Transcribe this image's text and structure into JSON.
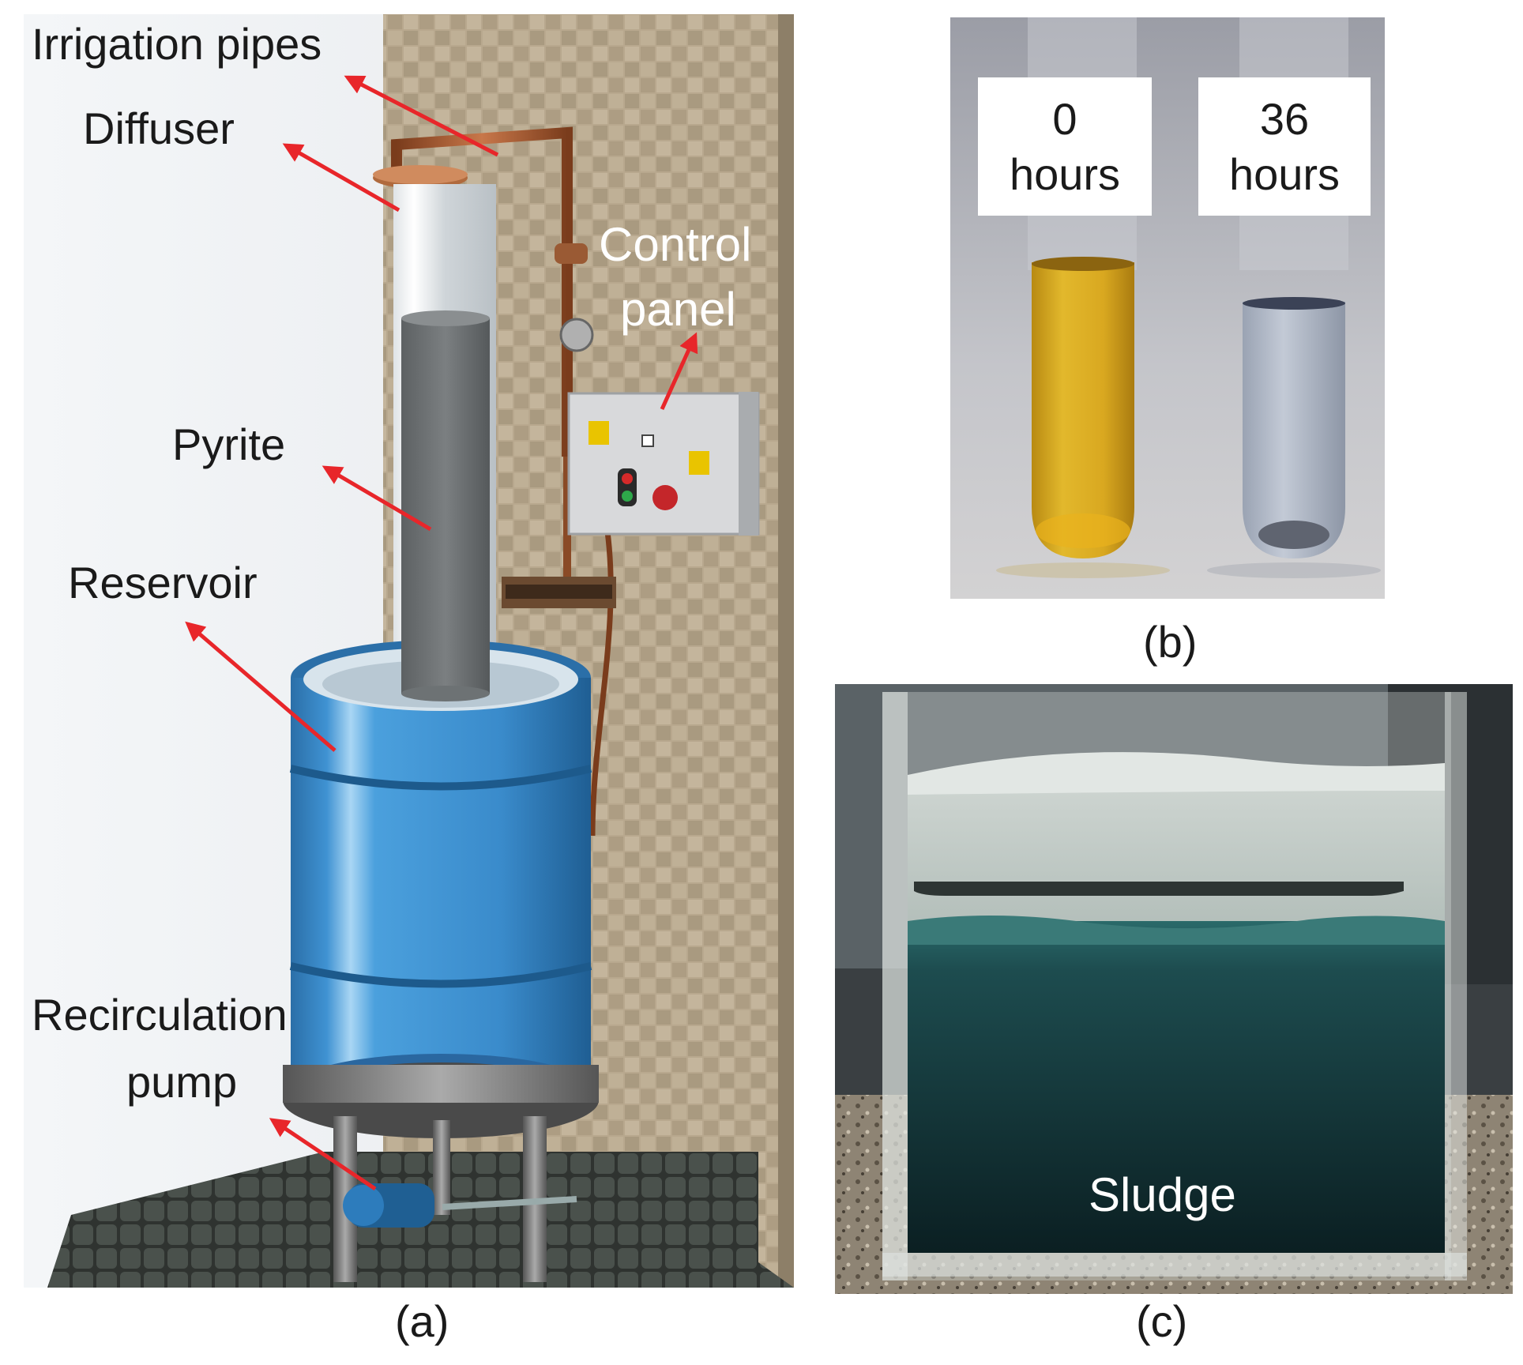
{
  "panel_a": {
    "caption": "(a)",
    "labels": {
      "irrigation_pipes": "Irrigation pipes",
      "diffuser": "Diffuser",
      "control_panel_line1": "Control",
      "control_panel_line2": "panel",
      "pyrite": "Pyrite",
      "reservoir": "Reservoir",
      "pump_line1": "Recirculation",
      "pump_line2": "pump"
    }
  },
  "panel_b": {
    "caption": "(b)",
    "tubes": [
      {
        "line1": "0",
        "line2": "hours"
      },
      {
        "line1": "36",
        "line2": "hours"
      }
    ]
  },
  "panel_c": {
    "caption": "(c)",
    "label": "Sludge"
  },
  "colors": {
    "arrow": "#e8262a",
    "barrel": "#3f92d2",
    "yellow_solution": "#d9a820",
    "sludge": "#0f2a2c"
  }
}
